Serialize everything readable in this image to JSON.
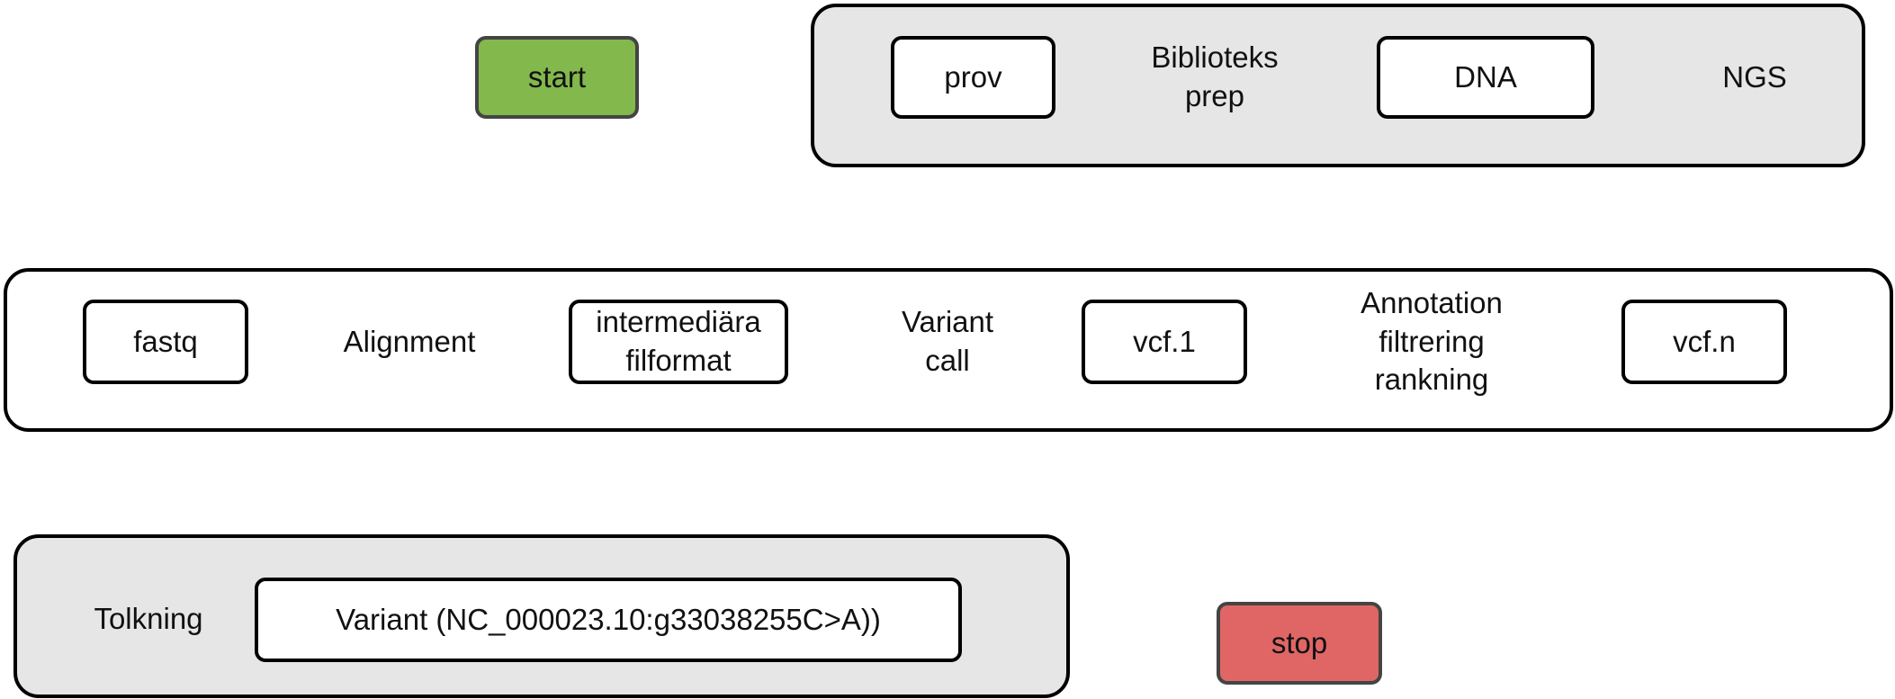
{
  "colors": {
    "start_fill": "#82b84c",
    "stop_fill": "#e06666",
    "group_gray": "#e6e6e6",
    "stroke": "#000000"
  },
  "terminals": {
    "start": "start",
    "stop": "stop"
  },
  "top_group": {
    "prov": "prov",
    "biblioteks_prep": "Biblioteks\nprep",
    "dna": "DNA",
    "ngs": "NGS"
  },
  "middle_group": {
    "fastq": "fastq",
    "alignment": "Alignment",
    "intermediate": "intermediära\nfilformat",
    "variant_call": "Variant\ncall",
    "vcf1": "vcf.1",
    "annotation": "Annotation\nfiltrering\nrankning",
    "vcfn": "vcf.n"
  },
  "bottom_group": {
    "tolkning": "Tolkning",
    "variant": "Variant (NC_000023.10:g33038255C>A))"
  }
}
